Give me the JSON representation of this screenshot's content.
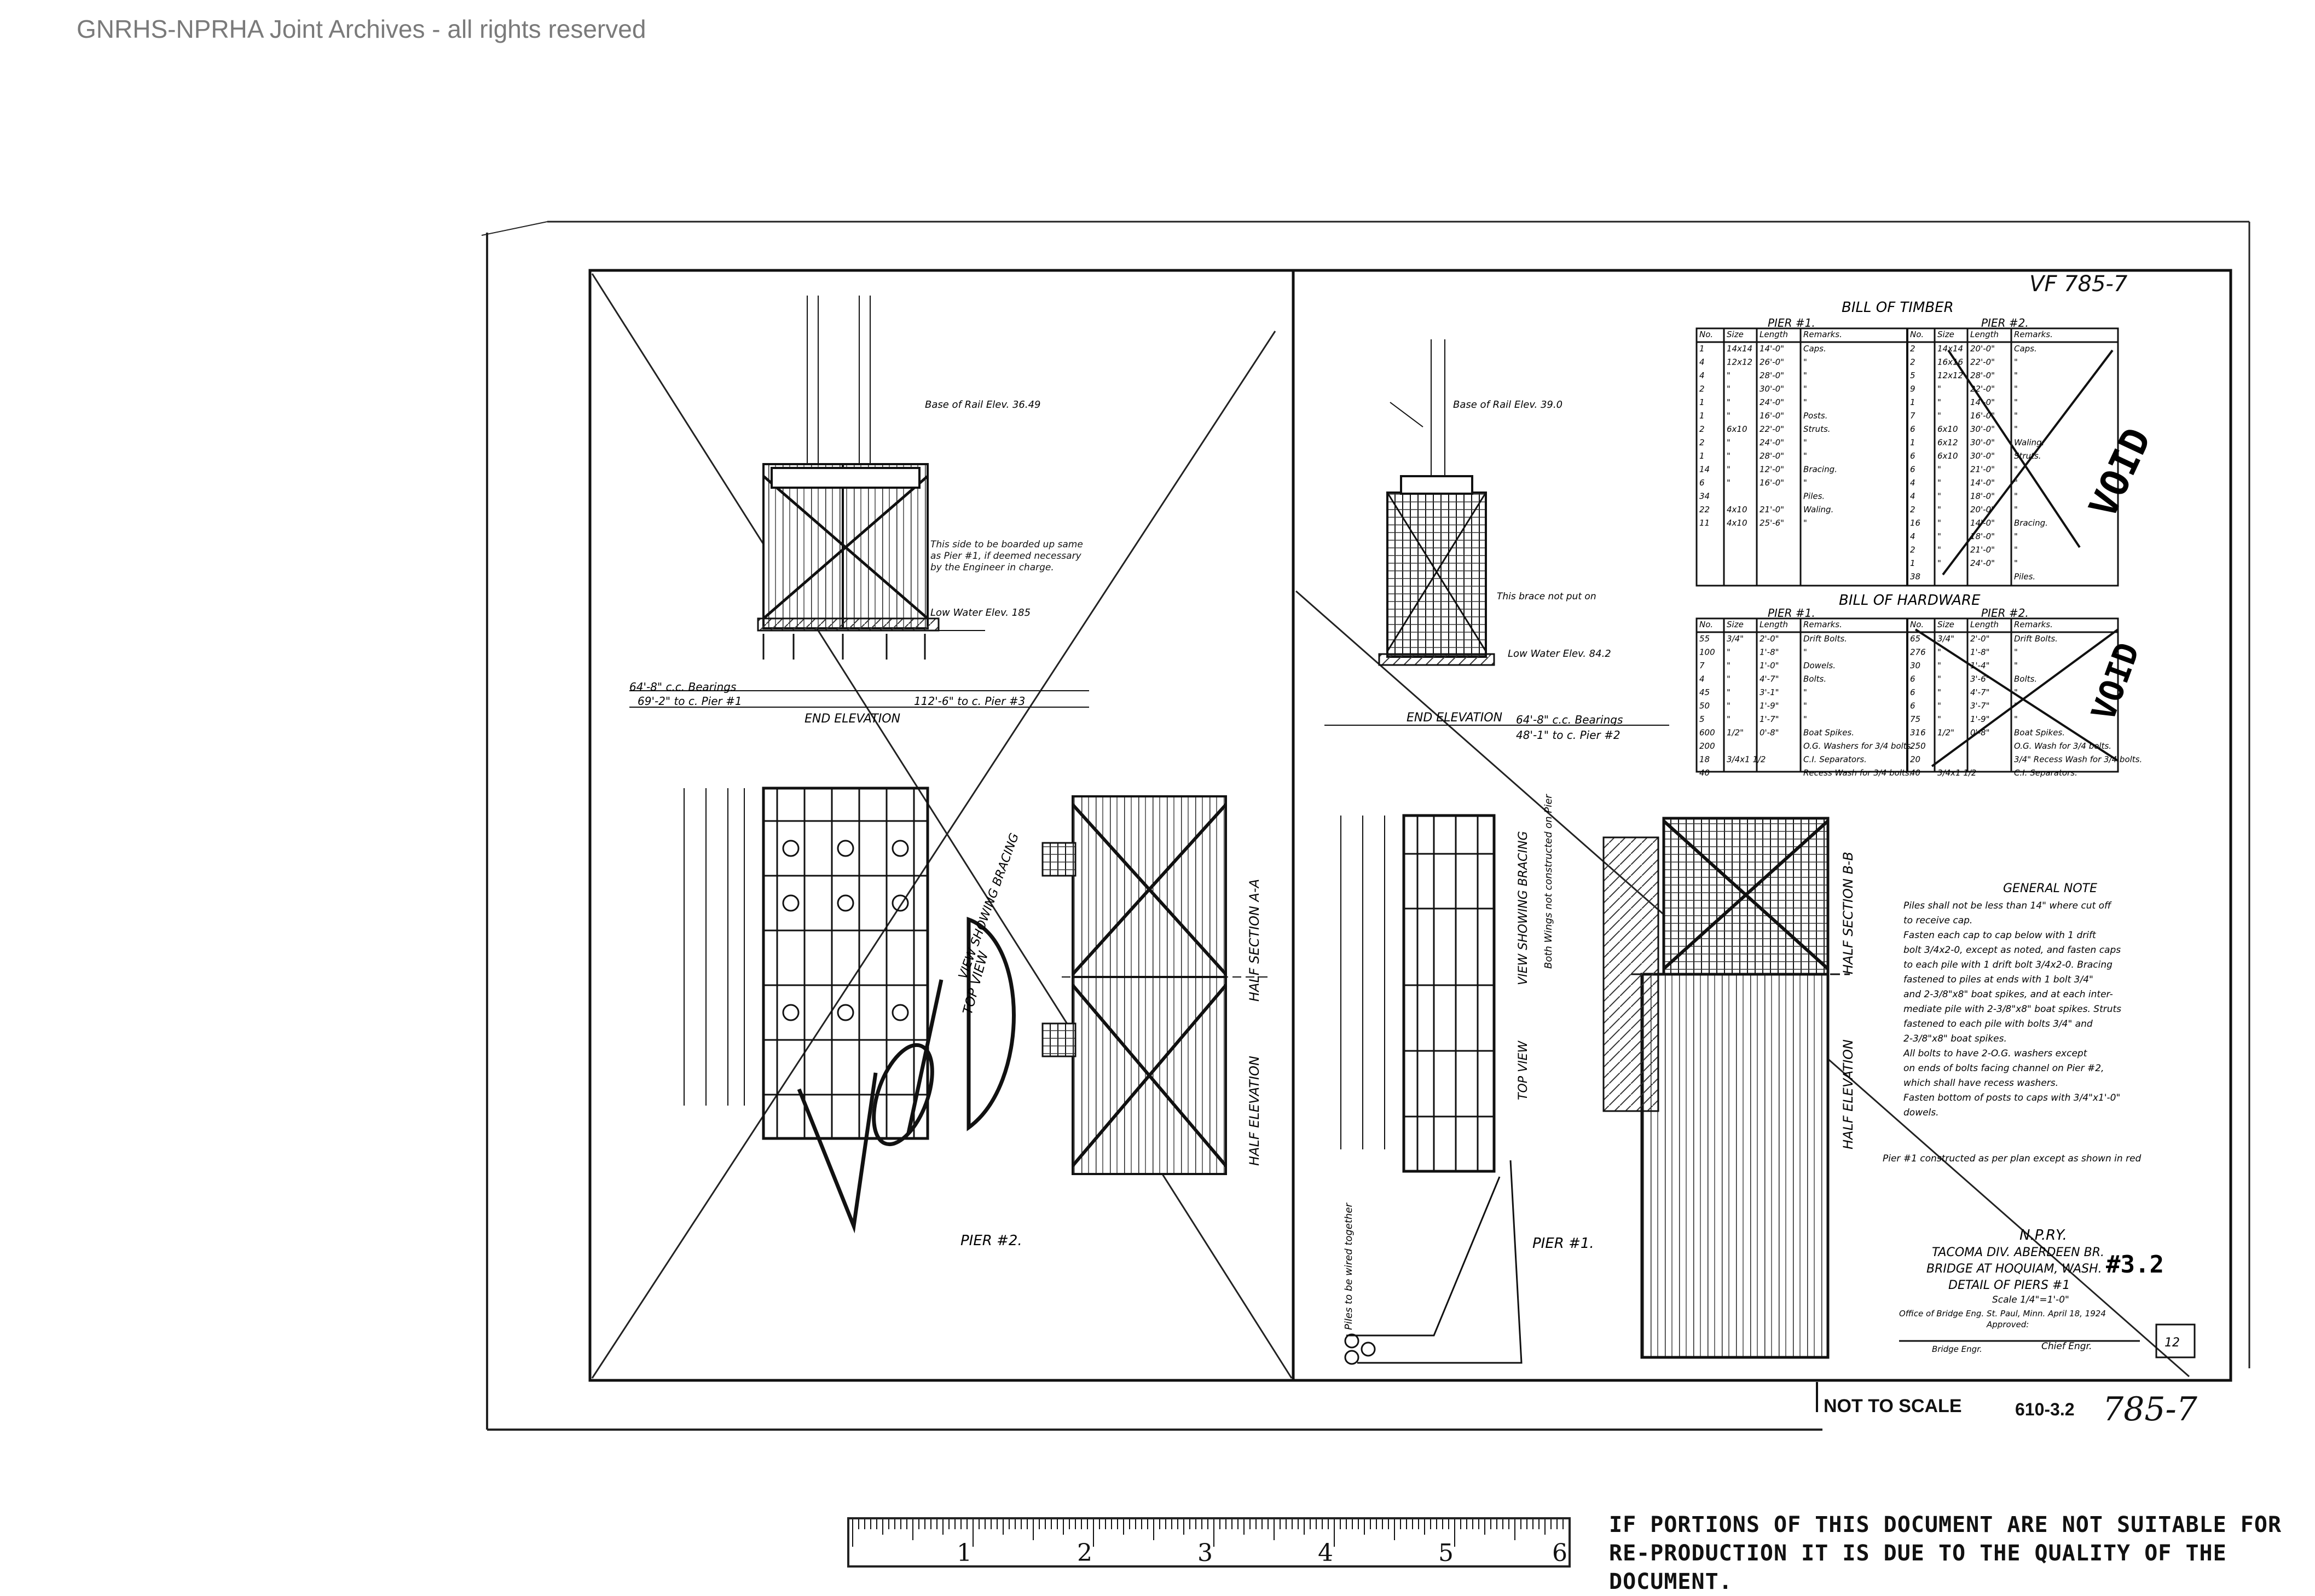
{
  "watermark": "GNRHS-NPRHA Joint Archives - all rights reserved",
  "drawing": {
    "vf_number_top": "VF 785-7",
    "void_marks": [
      "VOID",
      "VOID",
      "VOID"
    ],
    "bill_of_timber": {
      "title": "BILL OF TIMBER",
      "pier1_label": "PIER #1.",
      "pier2_label": "PIER #2.",
      "headers": [
        "No.",
        "Size",
        "Length",
        "Remarks."
      ],
      "pier1_rows": [
        [
          "1",
          "14x14",
          "14'-0\"",
          "Caps."
        ],
        [
          "4",
          "12x12",
          "26'-0\"",
          "\""
        ],
        [
          "4",
          "\"",
          "28'-0\"",
          "\""
        ],
        [
          "2",
          "\"",
          "30'-0\"",
          "\""
        ],
        [
          "1",
          "\"",
          "24'-0\"",
          "\""
        ],
        [
          "1",
          "\"",
          "16'-0\"",
          "Posts."
        ],
        [
          "2",
          "6x10",
          "22'-0\"",
          "Struts."
        ],
        [
          "2",
          "\"",
          "24'-0\"",
          "\""
        ],
        [
          "1",
          "\"",
          "28'-0\"",
          "\""
        ],
        [
          "14",
          "\"",
          "12'-0\"",
          "Bracing."
        ],
        [
          "6",
          "\"",
          "16'-0\"",
          "\""
        ],
        [
          "34",
          "",
          "",
          "Piles."
        ],
        [
          "22",
          "4x10",
          "21'-0\"",
          "Waling."
        ],
        [
          "11",
          "4x10",
          "25'-6\"",
          "\""
        ]
      ],
      "pier2_rows": [
        [
          "2",
          "14x14",
          "20'-0\"",
          "Caps."
        ],
        [
          "2",
          "16x16",
          "22'-0\"",
          "\""
        ],
        [
          "5",
          "12x12",
          "28'-0\"",
          "\""
        ],
        [
          "9",
          "\"",
          "22'-0\"",
          "\""
        ],
        [
          "1",
          "\"",
          "14'-0\"",
          "\""
        ],
        [
          "7",
          "\"",
          "16'-0\"",
          "\""
        ],
        [
          "6",
          "6x10",
          "30'-0\"",
          "\""
        ],
        [
          "1",
          "6x12",
          "30'-0\"",
          "Waling."
        ],
        [
          "6",
          "6x10",
          "30'-0\"",
          "Struts."
        ],
        [
          "6",
          "\"",
          "21'-0\"",
          "\""
        ],
        [
          "4",
          "\"",
          "14'-0\"",
          "\""
        ],
        [
          "4",
          "\"",
          "18'-0\"",
          "\""
        ],
        [
          "2",
          "\"",
          "20'-0\"",
          "\""
        ],
        [
          "16",
          "\"",
          "14'-0\"",
          "Bracing."
        ],
        [
          "4",
          "\"",
          "18'-0\"",
          "\""
        ],
        [
          "2",
          "\"",
          "21'-0\"",
          "\""
        ],
        [
          "1",
          "\"",
          "24'-0\"",
          "\""
        ],
        [
          "38",
          "",
          "",
          "Piles."
        ]
      ]
    },
    "bill_of_hardware": {
      "title": "BILL OF HARDWARE",
      "pier1_label": "PIER #1.",
      "pier2_label": "PIER #2.",
      "headers": [
        "No.",
        "Size",
        "Length",
        "Remarks."
      ],
      "pier1_rows": [
        [
          "55",
          "3/4\"",
          "2'-0\"",
          "Drift Bolts."
        ],
        [
          "100",
          "\"",
          "1'-8\"",
          "\""
        ],
        [
          "7",
          "\"",
          "1'-0\"",
          "Dowels."
        ],
        [
          "4",
          "\"",
          "4'-7\"",
          "Bolts."
        ],
        [
          "45",
          "\"",
          "3'-1\"",
          "\""
        ],
        [
          "50",
          "\"",
          "1'-9\"",
          "\""
        ],
        [
          "5",
          "\"",
          "1'-7\"",
          "\""
        ],
        [
          "600",
          "1/2\"",
          "0'-8\"",
          "Boat Spikes."
        ],
        [
          "200",
          "",
          "",
          "O.G. Washers for 3/4 bolts."
        ],
        [
          "18",
          "3/4x1 1/2",
          "",
          "C.I. Separators."
        ],
        [
          "40",
          "",
          "",
          "Recess Wash for 3/4 bolts."
        ]
      ],
      "pier2_rows": [
        [
          "65",
          "3/4\"",
          "2'-0\"",
          "Drift Bolts."
        ],
        [
          "276",
          "\"",
          "1'-8\"",
          "\""
        ],
        [
          "30",
          "\"",
          "1'-4\"",
          "\""
        ],
        [
          "6",
          "\"",
          "3'-6\"",
          "Bolts."
        ],
        [
          "6",
          "\"",
          "4'-7\"",
          "\""
        ],
        [
          "6",
          "\"",
          "3'-7\"",
          "\""
        ],
        [
          "75",
          "\"",
          "1'-9\"",
          "\""
        ],
        [
          "316",
          "1/2\"",
          "0'-8\"",
          "Boat Spikes."
        ],
        [
          "250",
          "",
          "",
          "O.G. Wash for 3/4 bolts."
        ],
        [
          "20",
          "",
          "",
          "3/4\" Recess Wash for 3/4 bolts."
        ],
        [
          "40",
          "3/4x1 1/2",
          "",
          "C.I. Separators."
        ]
      ]
    },
    "general_note": {
      "title": "GENERAL NOTE",
      "lines": [
        "Piles shall not be less than 14\" where cut off",
        "to receive cap.",
        "Fasten each cap to cap below with 1 drift",
        "bolt 3/4x2-0, except as noted, and fasten caps",
        "to each pile with 1 drift bolt 3/4x2-0. Bracing",
        "fastened to piles at ends with 1 bolt 3/4\"",
        "and 2-3/8\"x8\" boat spikes, and at each inter-",
        "mediate pile with 2-3/8\"x8\" boat spikes. Struts",
        "fastened to each pile with bolts 3/4\" and",
        "2-3/8\"x8\" boat spikes.",
        "All bolts to have 2-O.G. washers except",
        "on ends of bolts facing channel on Pier #2,",
        "which shall have recess washers.",
        "Fasten bottom of posts to caps with 3/4\"x1'-0\"",
        "dowels."
      ]
    },
    "pier1_note": "Pier #1 constructed as per plan except as shown in red",
    "title_block": {
      "railway": "N.P.RY.",
      "division": "TACOMA DIV. ABERDEEN BR.",
      "bridge": "BRIDGE AT HOQUIAM, WASH.",
      "detail": "DETAIL OF PIERS #1",
      "scale": "Scale 1/4\"=1'-0\"",
      "office": "Office of Bridge Eng. St. Paul, Minn. April 18, 1924",
      "approved": "Approved:",
      "bridge_engr": "Bridge Engr.",
      "chief_engr": "Chief Engr.",
      "sheet_no": "12",
      "stamp": "#3.2"
    },
    "labels": {
      "end_elevation_left": "END ELEVATION",
      "end_elevation_right": "END ELEVATION",
      "pier2": "PIER #2.",
      "pier1": "PIER #1.",
      "top_view_left": "TOP VIEW",
      "top_view_right": "TOP VIEW",
      "view_bracing_left": "VIEW SHOWING BRACING",
      "view_bracing_right": "VIEW SHOWING BRACING",
      "half_section_aa": "HALF SECTION A-A",
      "half_elevation_left": "HALF ELEVATION",
      "half_section_bb": "HALF SECTION B-B",
      "half_elevation_right": "HALF ELEVATION",
      "base_rail_left": "Base of Rail Elev. 36.49",
      "base_rail_right": "Base of Rail Elev. 39.0",
      "low_water_left": "Low Water Elev. 185",
      "low_water_right": "Low Water Elev. 84.2",
      "boarded_note": "This side to be boarded up same as Pier #1, if deemed necessary by the Engineer in charge.",
      "brace_note": "This brace not put on",
      "bearings_left": "64'-8\" c.c. Bearings",
      "pier1_dist": "69'-2\" to c. Pier #1",
      "pier3_dist": "112'-6\" to c. Pier #3",
      "pier2_dist_right": "48'-1\" to c. Pier #2",
      "bearings_right": "64'-8\" c.c. Bearings",
      "wired_note": "Piles to be wired together",
      "wings_note": "Both Wings not constructed on Pier"
    }
  },
  "not_to_scale": "NOT TO SCALE",
  "drawing_number": "610-3.2",
  "vf_number_bottom": "785-7",
  "ruler_numbers": [
    "1",
    "2",
    "3",
    "4",
    "5",
    "6"
  ],
  "reproduction_notice": "IF PORTIONS OF THIS DOCUMENT ARE NOT SUITABLE FOR RE-PRODUCTION IT IS DUE TO THE QUALITY OF THE DOCUMENT."
}
